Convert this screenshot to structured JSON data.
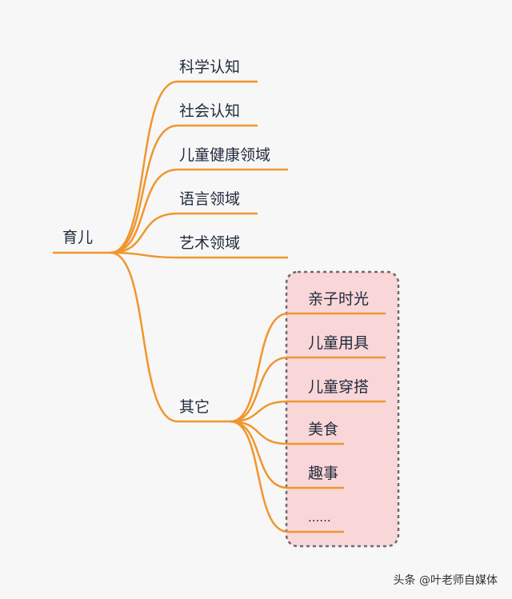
{
  "root": {
    "label": "育儿"
  },
  "branches": [
    {
      "label": "科学认知"
    },
    {
      "label": "社会认知"
    },
    {
      "label": "儿童健康领域"
    },
    {
      "label": "语言领域"
    },
    {
      "label": "艺术领域"
    },
    {
      "label": "其它"
    }
  ],
  "sub_branches": [
    {
      "label": "亲子时光"
    },
    {
      "label": "儿童用具"
    },
    {
      "label": "儿童穿搭"
    },
    {
      "label": "美食"
    },
    {
      "label": "趣事"
    },
    {
      "label": "......"
    }
  ],
  "watermark": "头条 @叶老师自媒体",
  "colors": {
    "line": "#f0962e",
    "box_fill": "#f9d6d8",
    "box_border": "#6b6b6b",
    "text": "#1f2a3a"
  }
}
